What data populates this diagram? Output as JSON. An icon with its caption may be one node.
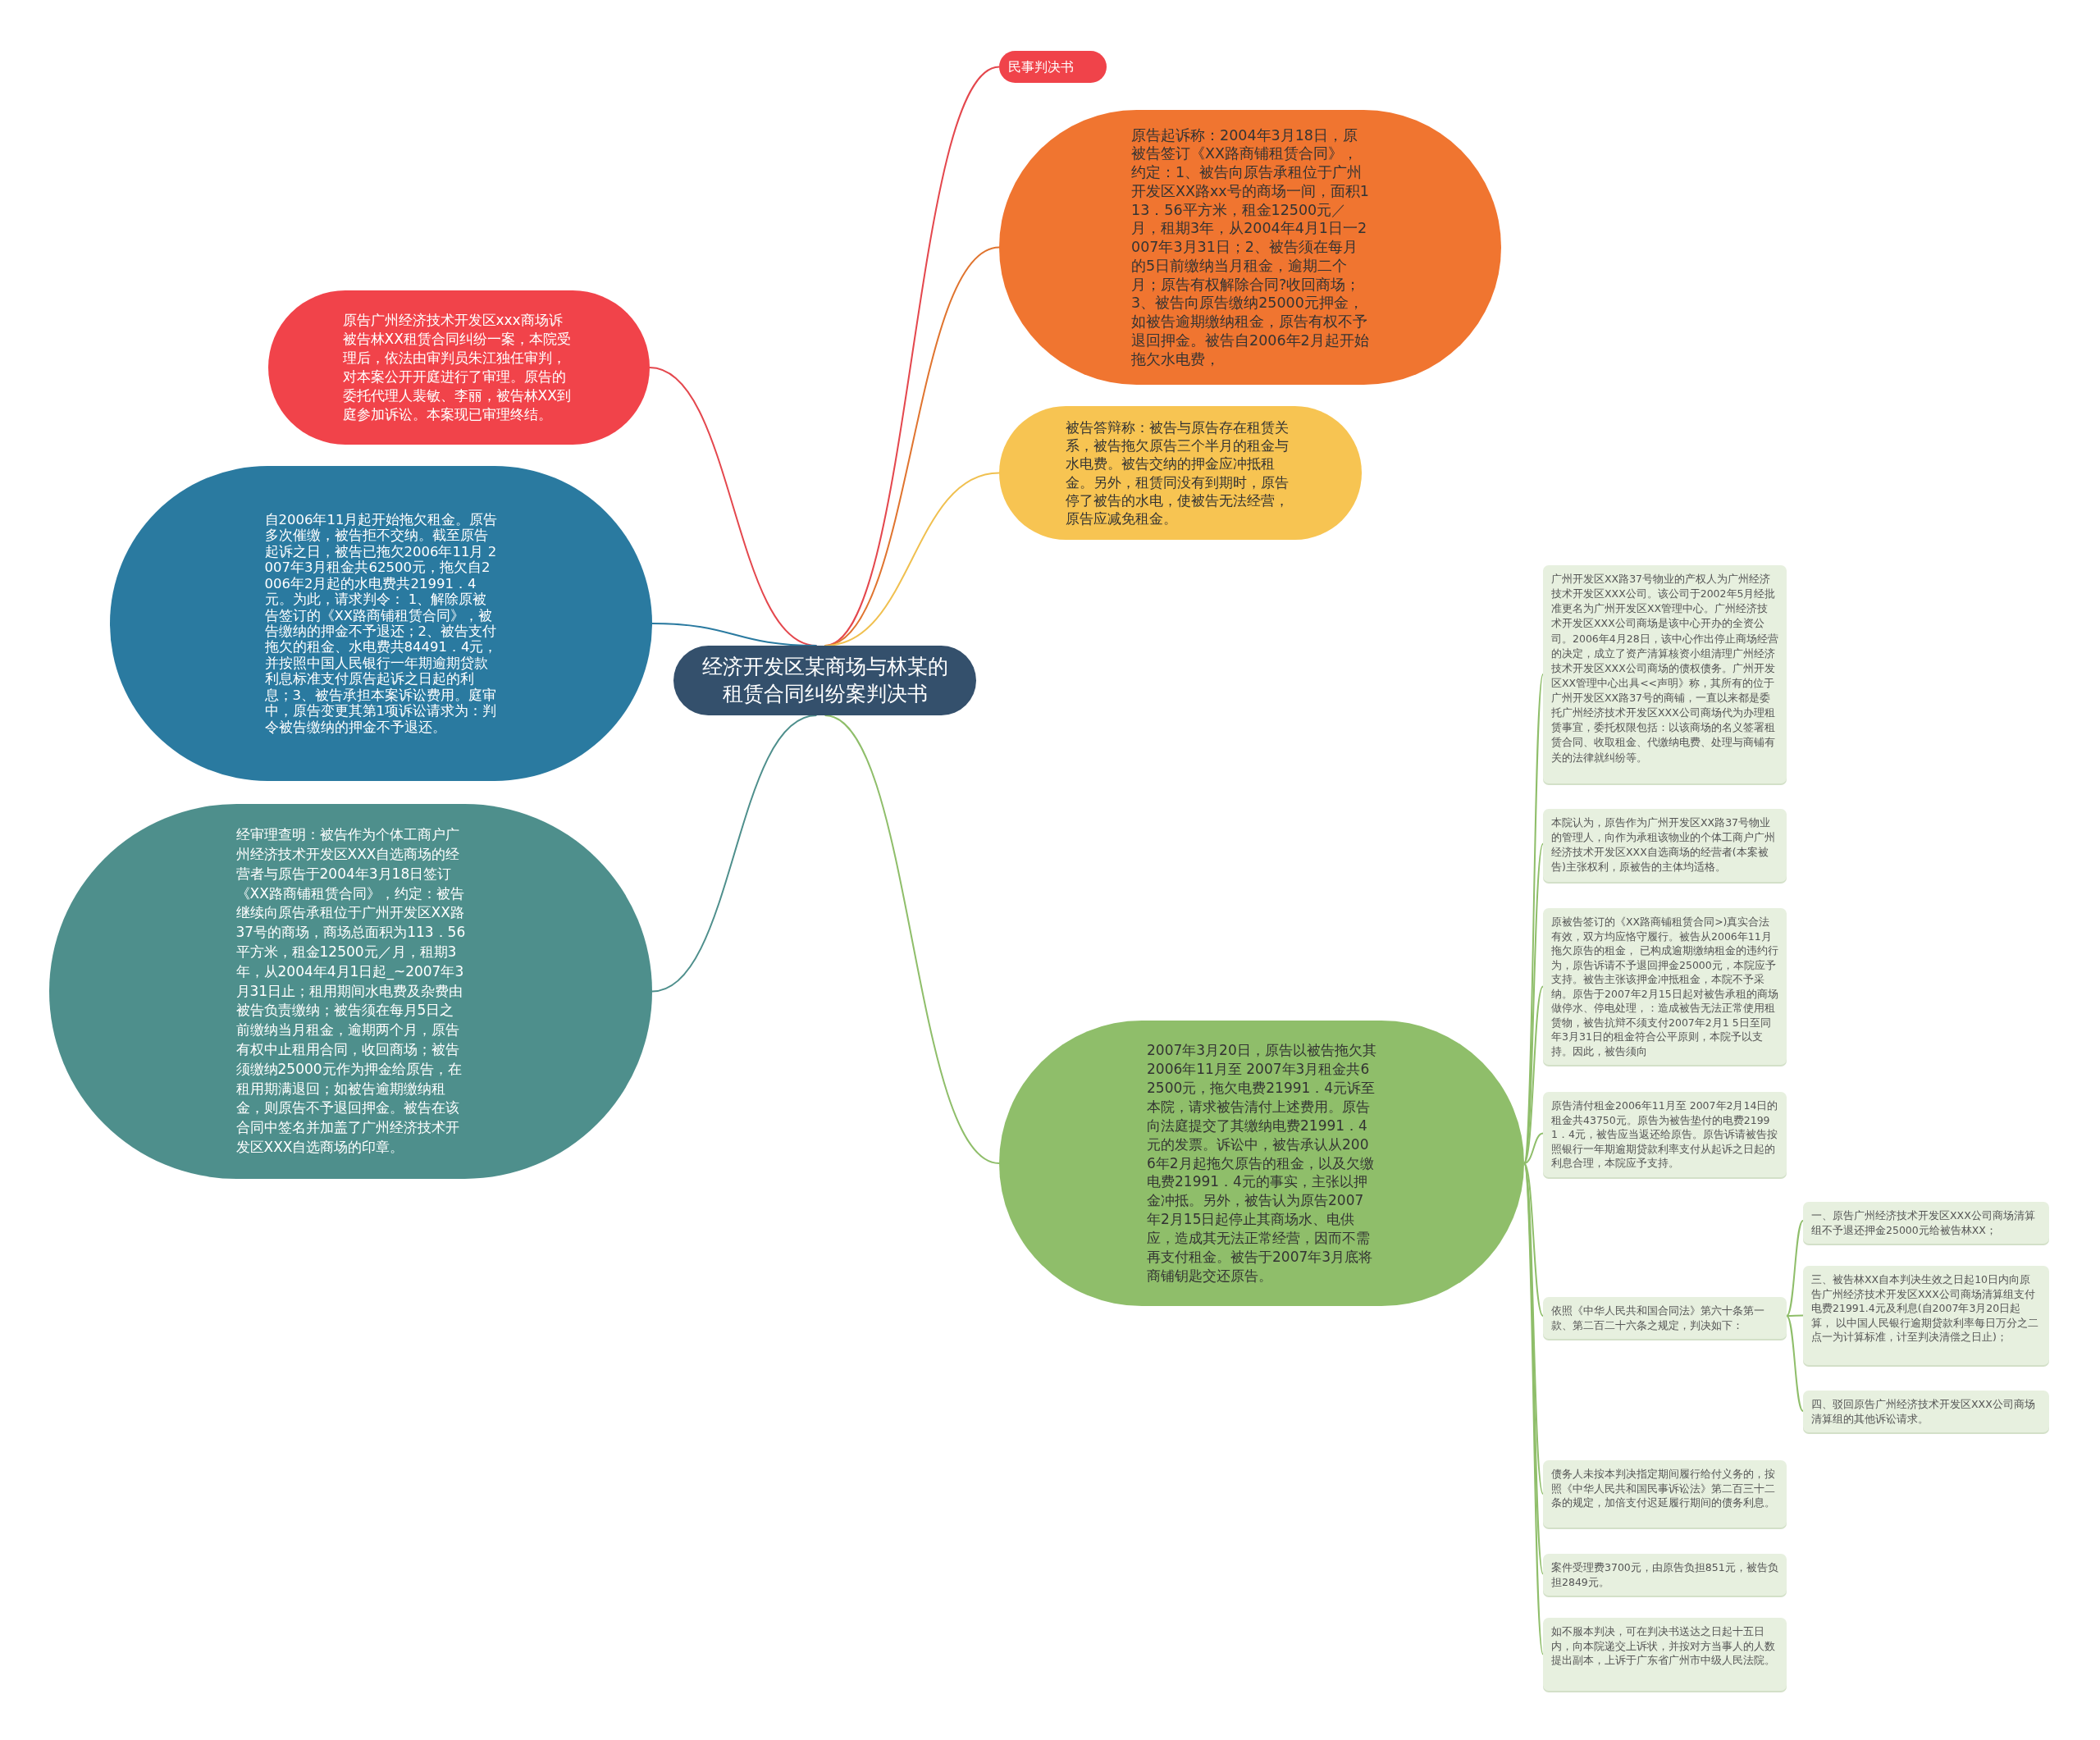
{
  "diagram": {
    "nodes": [
      {
        "text": [
          "经济开发区某商场与林某的租赁合同纠纷案判决书"
        ]
      },
      {
        "text": [
          "民事判决书"
        ]
      },
      {
        "text": [
          "原告起诉称：2004年3月18日，原被告签订《XX路商铺租赁合同》，约定：1、被告向原告承租位于广州开发区XX路xx号的商场一间，面积113．56平方米，租金12500元／月，租期3年，从2004年4月1日一2007年3月31日；2、被告须在每月的5日前缴纳当月租金，逾期二个月；原告有权解除合同?收回商场；3、被告向原告缴纳25000元押金，如被告逾期缴纳租金，原告有权不予退回押金。被告自2006年2月起开始拖欠水电费，"
        ]
      },
      {
        "text": [
          "被告答辩称：被告与原告存在租赁关系，被告拖欠原告三个半月的租金与水电费。被告交纳的押金应冲抵租金。另外，租赁同没有到期时，原告停了被告的水电，使被告无法经营，原告应减免租金。"
        ]
      },
      {
        "text": [
          "2007年3月20日，原告以被告拖欠其2006年11月至 2007年3月租金共62500元，拖欠电费21991．4元诉至本院，请求被告清付上述费用。原告向法庭提交了其缴纳电费21991．4元的发票。诉讼中，被告承认从2006年2月起拖欠原告的租金，以及欠缴电费21991．4元的事实，主张以押金冲抵。另外，被告认为原告2007年2月15日起停止其商场水、电供应，造成其无法正常经营，因而不需再支付租金。被告于2007年3月底将商铺钥匙交还原告。"
        ]
      },
      {
        "text": [
          "广州开发区XX路37号物业的产权人为广州经济技术开发区XXX公司。该公司于2002年5月经批准更名为广州开发区XX管理中心。广州经济技术开发区XXX公司商场是该中心开办的全资公司。2006年4月28日，该中心作出停止商场经营的决定，成立了资产清算核资小组清理广州经济技术开发区XXX公司商场的债权债务。广州开发区XX管理中心出具<<声明》称，其所有的位于广州开发区XX路37号的商铺，一直以来都是委托广州经济技术开发区XXX公司商场代为办理租赁事宜，委托权限包括：以该商场的名义签署租赁合同、收取租金、代缴纳电费、处理与商铺有关的法律就纠纷等。"
        ]
      },
      {
        "text": [
          "本院认为，原告作为广州开发区XX路37号物业的管理人，向作为承租该物业的个体工商户广州经济技术开发区XXX自选商场的经营者(本案被告)主张权利，原被告的主体均适格。"
        ]
      },
      {
        "text": [
          "原被告签订的《XX路商铺租赁合同>)真实合法有效，双方均应恪守履行。被告从2006年11月拖欠原告的租金， 已构成逾期缴纳租金的违约行为，原告诉请不予退回押金25000元，本院应予支持。被告主张该押金冲抵租金，本院不予采纳。原告于2007年2月15日起对被告承租的商场做停水、停电处理，：造成被告无法正常使用租赁物，被告抗辩不须支付2007年2月1 5日至同年3月31日的租金符合公平原则，本院予以支持。因此，被告须向"
        ]
      },
      {
        "text": [
          "原告清付租金2006年11月至 2007年2月14日的租金共43750元。原告为被告垫付的电费21991．4元，被告应当返还给原告。原告诉请被告按照银行一年期逾期贷款利率支付从起诉之日起的利息合理，本院应予支持。"
        ]
      },
      {
        "text": [
          "依照《中华人民共和国合同法》第六十条第一款、第二百二十六条之规定，判决如下："
        ]
      },
      {
        "text": [
          "一、原告广州经济技术开发区XXX公司商场清算组不予退还押金25000元给被告林XX；"
        ]
      },
      {
        "text": [
          "三、被告林XX自本判决生效之日起10日内向原告广州经济技术开发区XXX公司商场清算组支付电费21991.4元及利息(自2007年3月20日起算， 以中国人民银行逾期贷款利率每日万分之二点一为计算标准，计至判决清偿之日止)；"
        ]
      },
      {
        "text": [
          "四、驳回原告广州经济技术开发区XXX公司商场清算组的其他诉讼请求。"
        ]
      },
      {
        "text": [
          "债务人未按本判决指定期间履行给付义务的，按照《中华人民共和国民事诉讼法》第二百三十二条的规定，加倍支付迟延履行期间的债务利息。"
        ]
      },
      {
        "text": [
          "案件受理费3700元，由原告负担851元，被告负担2849元。"
        ]
      },
      {
        "text": [
          "如不服本判决，可在判决书送达之日起十五日内，向本院递交上诉状，并按对方当事人的人数提出副本，上诉于广东省广州市中级人民法院。"
        ]
      },
      {
        "text": [
          "原告广州经济技术开发区xxx商场诉被告林XX租赁合同纠纷一案，本院受理后，依法由审判员朱江独任审判，对本案公开开庭进行了审理。原告的委托代理人裴敏、李丽，被告林XX到庭参加诉讼。本案现已审理终结。"
        ]
      },
      {
        "text": [
          "自2006年11月起开始拖欠租金。原告多次催缴，被告拒不交纳。截至原告起诉之日，被告已拖欠2006年11月 2007年3月租金共62500元，拖欠自2006年2月起的水电费共21991．4元。为此，请求判令： 1、解除原被告签订的《XX路商铺租赁合同》，被告缴纳的押金不予退还；2、被告支付拖欠的租金、水电费共84491．4元，并按照中国人民银行一年期逾期贷款利息标准支付原告起诉之日起的利息；3、被告承担本案诉讼费用。庭审中，原告变更其第1项诉讼请求为：判令被告缴纳的押金不予退还。"
        ]
      },
      {
        "text": [
          "经审理查明：被告作为个体工商户广州经济技术开发区XXX自选商场的经营者与原告于2004年3月18日签订《XX路商铺租赁合同》，约定：被告继续向原告承租位于广州开发区XX路37号的商场，商场总面积为113．56平方米，租金12500元／月，租期3年，从2004年4月1日起_~2007年3月31日止；租用期间水电费及杂费由被告负责缴纳；被告须在每月5日之前缴纳当月租金，逾期两个月，原告有权中止租用合同，收回商场；被告须缴纳25000元作为押金给原告，在租用期满退回；如被告逾期缴纳租金，则原告不予退回押金。被告在该合同中签名并加盖了广州经济技术开发区XXX自选商场的印章。"
        ]
      }
    ],
    "edges": [
      {
        "from": 0,
        "to": 1,
        "arrow": "none",
        "color": "#e4474d"
      },
      {
        "from": 0,
        "to": 2,
        "arrow": "none",
        "color": "#e0742f"
      },
      {
        "from": 0,
        "to": 3,
        "arrow": "none",
        "color": "#f0c050"
      },
      {
        "from": 0,
        "to": 4,
        "arrow": "none"
      },
      {
        "from": 4,
        "to": 5,
        "arrow": "none"
      },
      {
        "from": 4,
        "to": 6,
        "arrow": "none"
      },
      {
        "from": 4,
        "to": 7,
        "arrow": "none"
      },
      {
        "from": 4,
        "to": 8,
        "arrow": "none"
      },
      {
        "from": 4,
        "to": 9,
        "arrow": "none"
      },
      {
        "from": 9,
        "to": 10,
        "arrow": "none"
      },
      {
        "from": 9,
        "to": 11,
        "arrow": "none"
      },
      {
        "from": 9,
        "to": 12,
        "arrow": "none"
      },
      {
        "from": 4,
        "to": 13,
        "arrow": "none"
      },
      {
        "from": 4,
        "to": 14,
        "arrow": "none"
      },
      {
        "from": 4,
        "to": 15,
        "arrow": "none"
      },
      {
        "from": 0,
        "to": 16,
        "arrow": "none",
        "color": "#e4474d"
      },
      {
        "from": 0,
        "to": 17,
        "arrow": "none",
        "color": "#2a7aa0"
      },
      {
        "from": 0,
        "to": 18,
        "arrow": "none",
        "color": "#4e8f8c"
      }
    ]
  }
}
